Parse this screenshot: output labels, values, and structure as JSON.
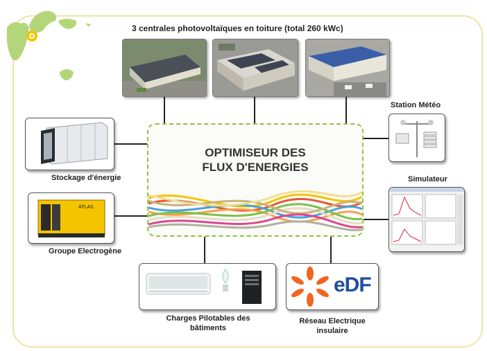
{
  "title": "3 centrales photovoltaïques  en toiture (total 260 kWc)",
  "center": {
    "line1": "OPTIMISEUR DES",
    "line2": "FLUX D'ENERGIES"
  },
  "nodes": {
    "stockage": "Stockage d'énergie",
    "groupe": "Groupe Electrogène",
    "charges_line1": "Charges Pilotables des",
    "charges_line2": "bâtiments",
    "reseau_line1": "Réseau Electrique",
    "reseau_line2": "insulaire",
    "meteo": "Station Météo",
    "simulateur": "Simulateur"
  },
  "logos": {
    "edf": "eDF",
    "groupe_brand": "ATLAS"
  },
  "icons": [
    "guadeloupe-map-icon",
    "rooftop-pv-photo",
    "battery-container-icon",
    "generator-icon",
    "air-conditioner-icon",
    "lamp-icon",
    "server-icon",
    "edf-logo-icon",
    "weather-station-icon",
    "simulator-screenshot-icon"
  ],
  "colors": {
    "frame": "#f0e3a8",
    "dashed_border": "#8cc63f",
    "map_green": "#b4d67a",
    "map_marker": "#f5c300",
    "edf_blue": "#1f4fa0",
    "edf_orange": "#f26522"
  }
}
